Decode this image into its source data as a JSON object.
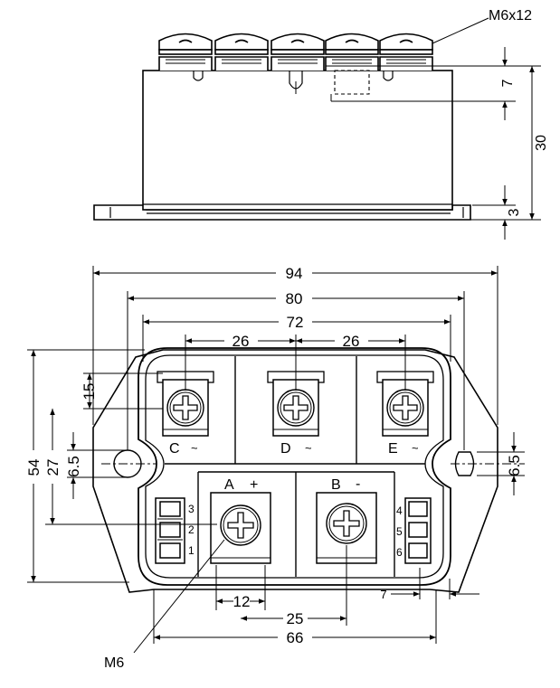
{
  "side_view": {
    "screw_callout": "M6x12",
    "dim_height_7": "7",
    "dim_height_30": "30",
    "dim_base_3": "3"
  },
  "top_view": {
    "dim_overall_width": "94",
    "dim_hole_spacing": "80",
    "dim_body_width": "72",
    "dim_terminal_pitch_left": "26",
    "dim_terminal_pitch_right": "26",
    "dim_overall_height": "54",
    "dim_hole_height": "27",
    "dim_terminal_offset": "15",
    "dim_hole_diameter_left": "6.5",
    "dim_hole_diameter_right": "6.5",
    "dim_pin_offset": "7",
    "dim_terminal_ab_offset": "12",
    "dim_terminal_ab_pitch": "25",
    "dim_body_base_width": "66",
    "terminal_callout": "M6",
    "terminals": {
      "c_letter": "C",
      "c_symbol": "~",
      "d_letter": "D",
      "d_symbol": "~",
      "e_letter": "E",
      "e_symbol": "~",
      "a_letter": "A",
      "a_symbol": "+",
      "b_letter": "B",
      "b_symbol": "-"
    },
    "pin_numbers_left": [
      "3",
      "2",
      "1"
    ],
    "pin_numbers_right": [
      "4",
      "5",
      "6"
    ]
  }
}
